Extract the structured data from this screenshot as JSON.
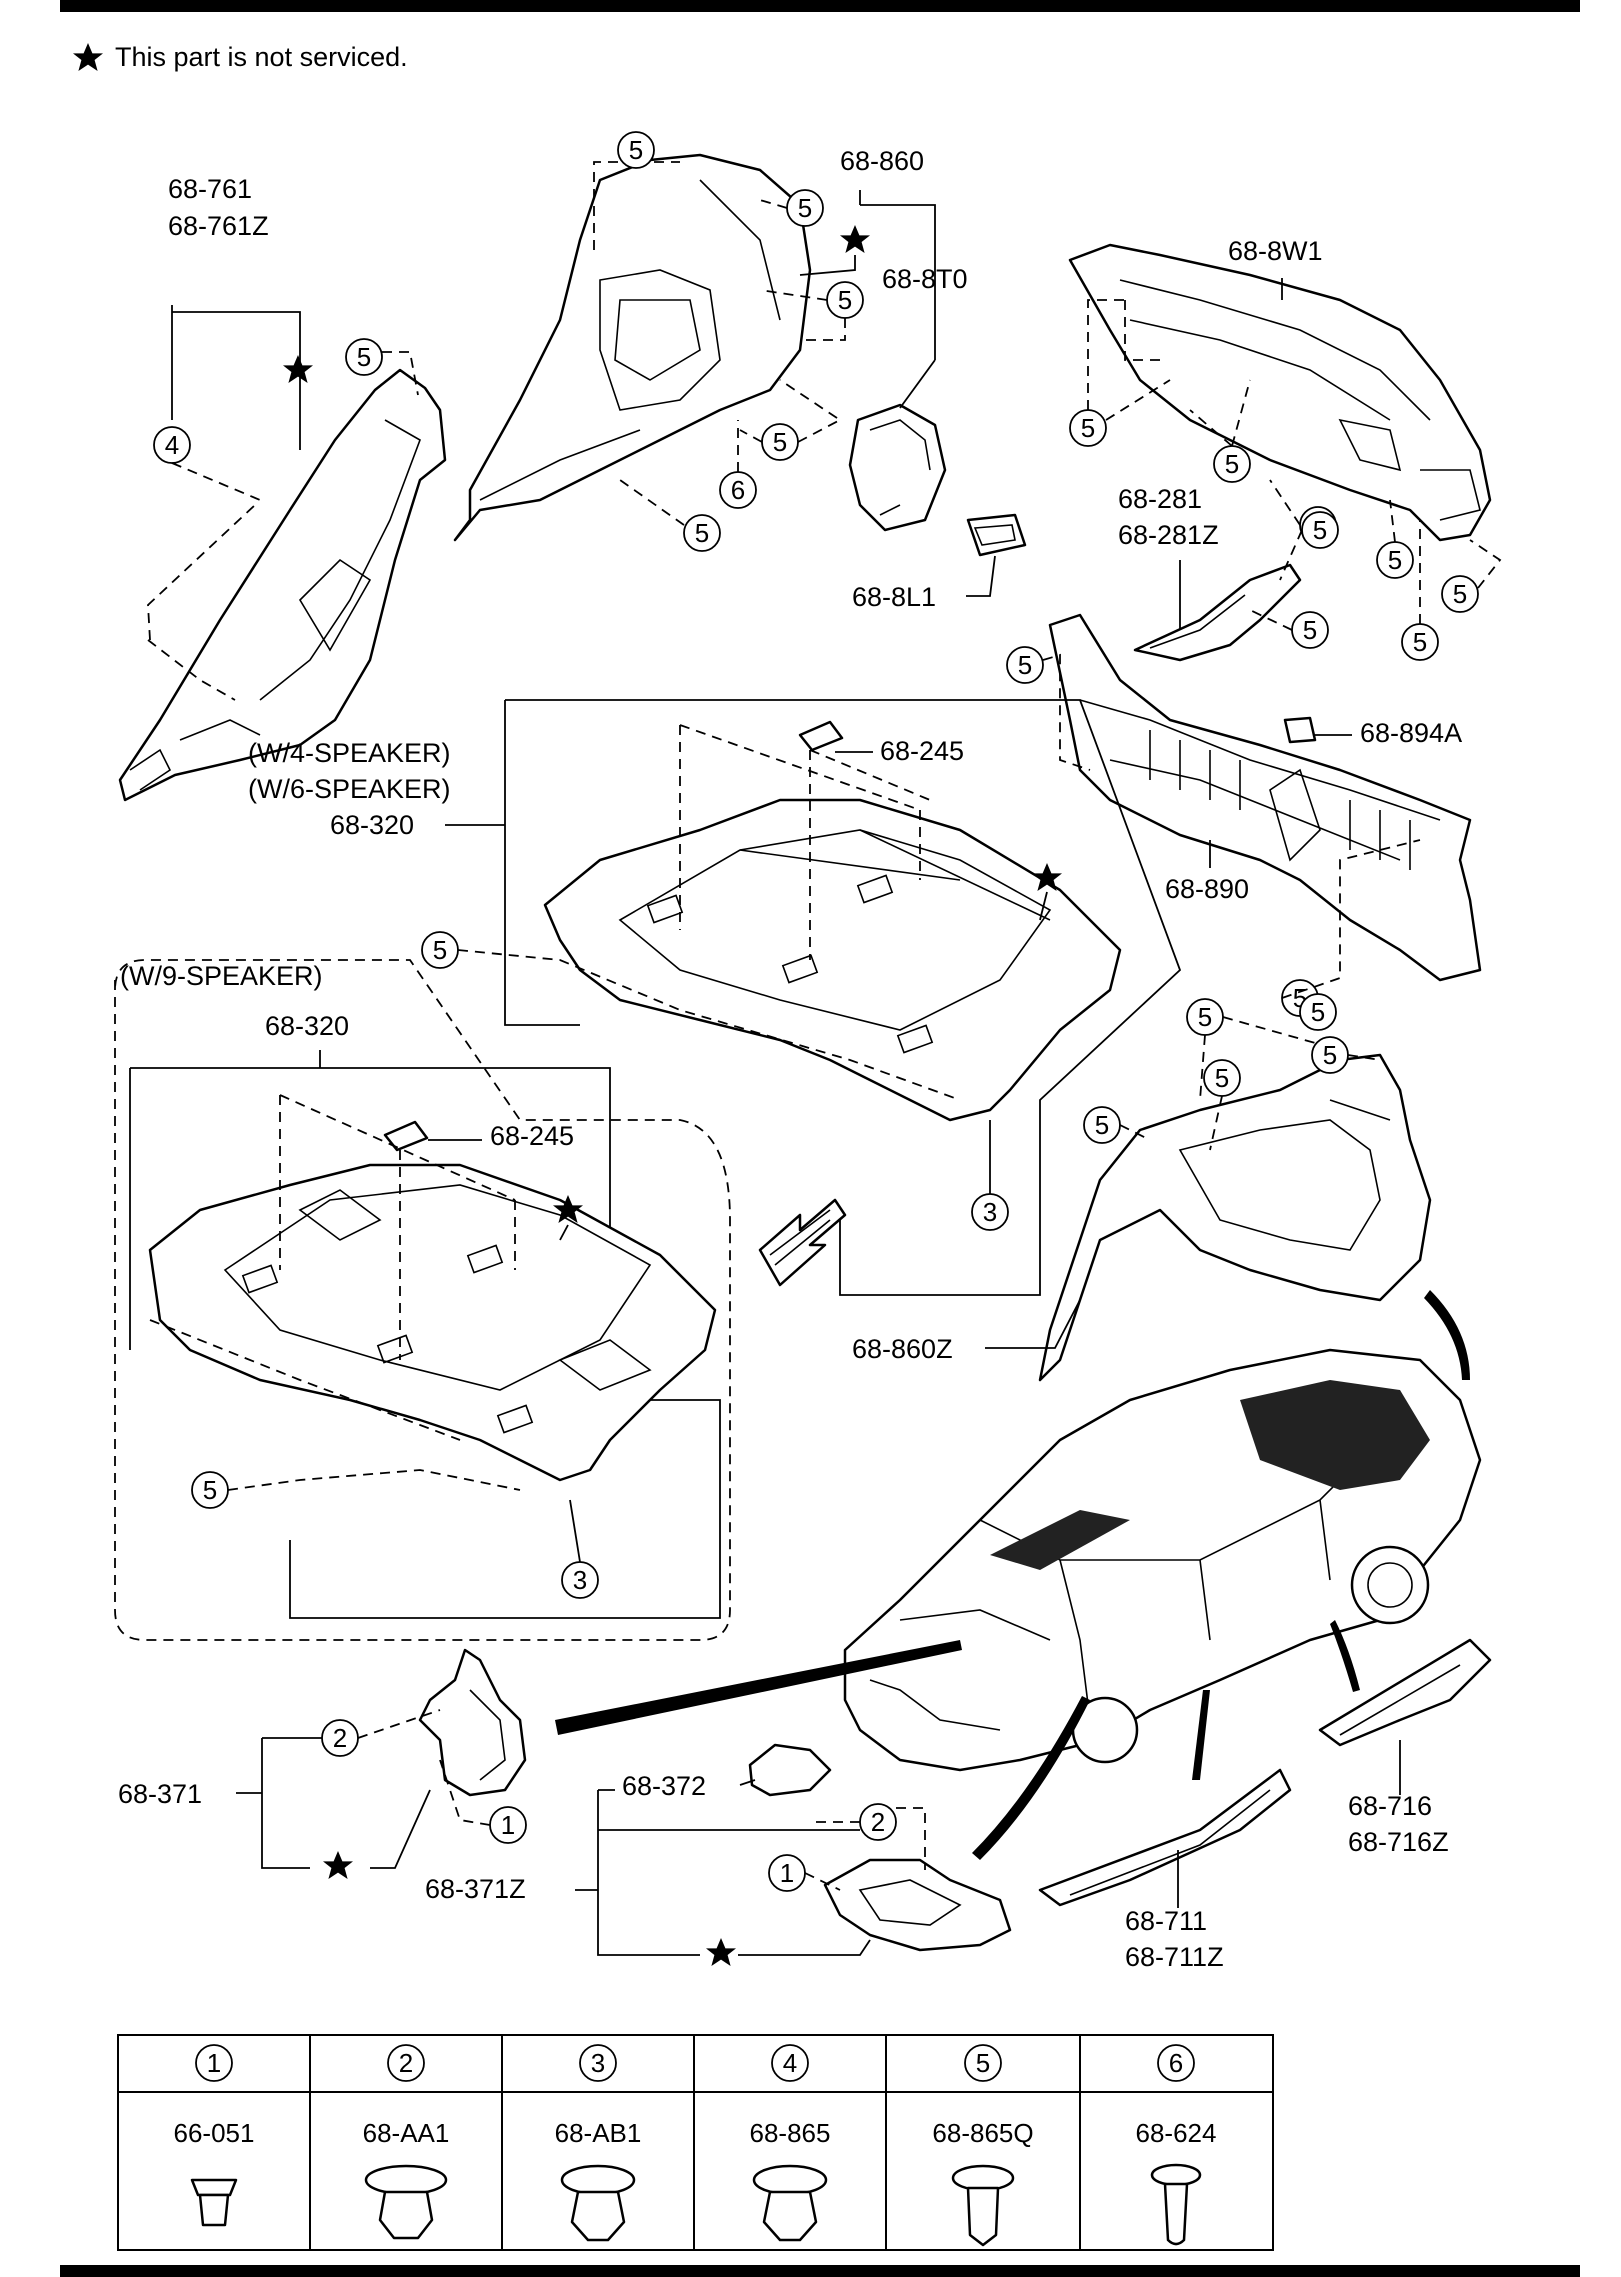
{
  "note": {
    "text": "This part is not serviced."
  },
  "callouts": {
    "c1": "1",
    "c2": "2",
    "c3": "3",
    "c4": "4",
    "c5": "5",
    "c6": "6"
  },
  "parts": {
    "p68_761": "68-761",
    "p68_761z": "68-761Z",
    "p68_860": "68-860",
    "p68_8t0": "68-8T0",
    "p68_8w1": "68-8W1",
    "p68_281": "68-281",
    "p68_281z": "68-281Z",
    "p68_8l1": "68-8L1",
    "p68_894a": "68-894A",
    "p68_890": "68-890",
    "p68_245_a": "68-245",
    "p68_245_b": "68-245",
    "p68_320_a": "68-320",
    "p68_320_b": "68-320",
    "w4": "(W/4-SPEAKER)",
    "w6": "(W/6-SPEAKER)",
    "w9": "(W/9-SPEAKER)",
    "p68_860z": "68-860Z",
    "p68_371": "68-371",
    "p68_371z": "68-371Z",
    "p68_372": "68-372",
    "p68_716": "68-716",
    "p68_716z": "68-716Z",
    "p68_711": "68-711",
    "p68_711z": "68-711Z"
  },
  "fastener_table": {
    "columns": [
      {
        "num": "1",
        "part": "66-051"
      },
      {
        "num": "2",
        "part": "68-AA1"
      },
      {
        "num": "3",
        "part": "68-AB1"
      },
      {
        "num": "4",
        "part": "68-865"
      },
      {
        "num": "5",
        "part": "68-865Q"
      },
      {
        "num": "6",
        "part": "68-624"
      }
    ]
  },
  "icons": [
    "star-icon",
    "fastener-clip-icon",
    "car-icon",
    "direction-arrow-icon"
  ]
}
